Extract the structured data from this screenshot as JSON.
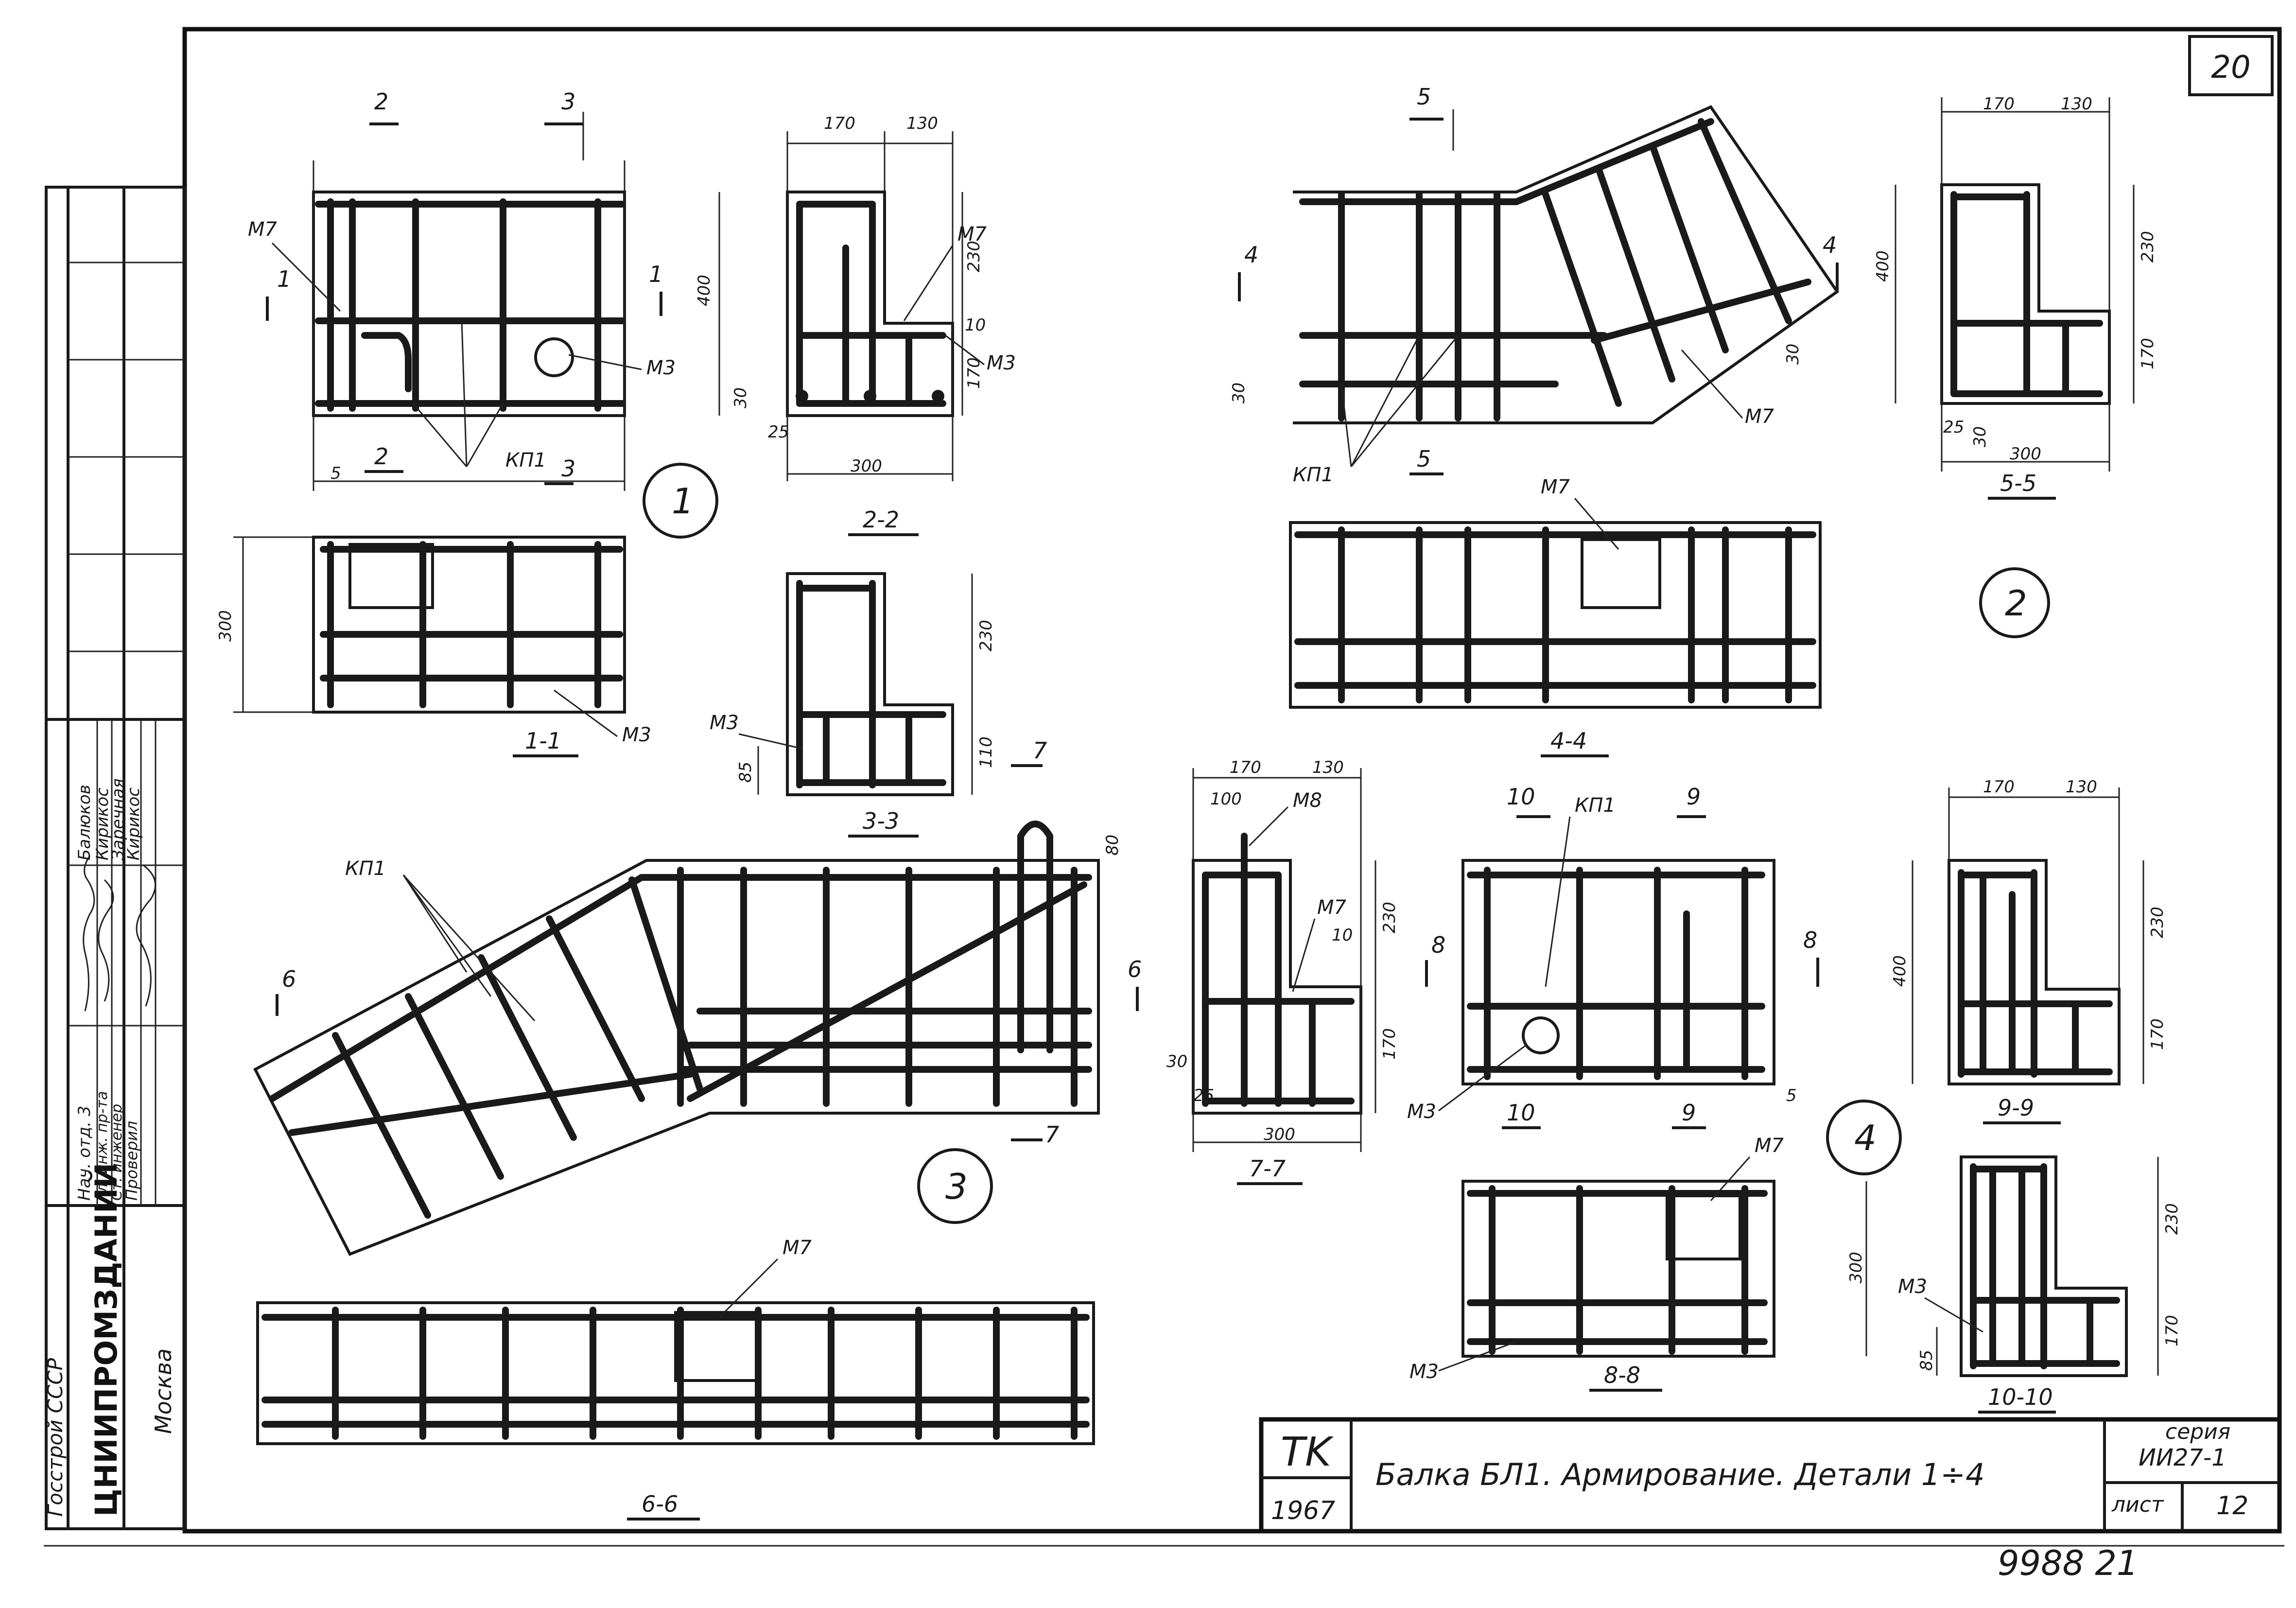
{
  "sheet": {
    "sheet_no": "20",
    "footer_no": "9988 21"
  },
  "title_block": {
    "stamp": "TK",
    "year": "1967",
    "title": "Балка БЛ1. Армирование. Детали 1÷4",
    "series_label": "серия",
    "series_value": "ИИ27-1",
    "list_label": "лист",
    "list_value": "12"
  },
  "side_stamp": {
    "org_top": "Госстрой СССР",
    "org_name": "ЦНИИПРОМЗДАНИЙ",
    "city": "Москва",
    "roles": [
      "Нач. отд. 3",
      "Гл. инж. пр-та",
      "Ст. инженер",
      "Проверил"
    ],
    "names": [
      "Балюков",
      "Кирикос",
      "Заречная",
      "Кирикос"
    ]
  },
  "details": [
    "1",
    "2",
    "3",
    "4"
  ],
  "sections": [
    "1-1",
    "2-2",
    "3-3",
    "4-4",
    "5-5",
    "6-6",
    "7-7",
    "8-8",
    "9-9",
    "10-10"
  ],
  "marks": {
    "m7": "М7",
    "m3": "М3",
    "m8": "М8",
    "kp1": "КП1"
  },
  "cuts": [
    "1",
    "2",
    "3",
    "4",
    "5",
    "6",
    "7",
    "8",
    "9",
    "10"
  ],
  "dims": {
    "d170": "170",
    "d130": "130",
    "d400": "400",
    "d230": "230",
    "d170v": "170",
    "d30": "30",
    "d25": "25",
    "d300": "300",
    "d10": "10",
    "d5": "5",
    "d85": "85",
    "d80": "80",
    "d100": "100",
    "d110": "110"
  }
}
